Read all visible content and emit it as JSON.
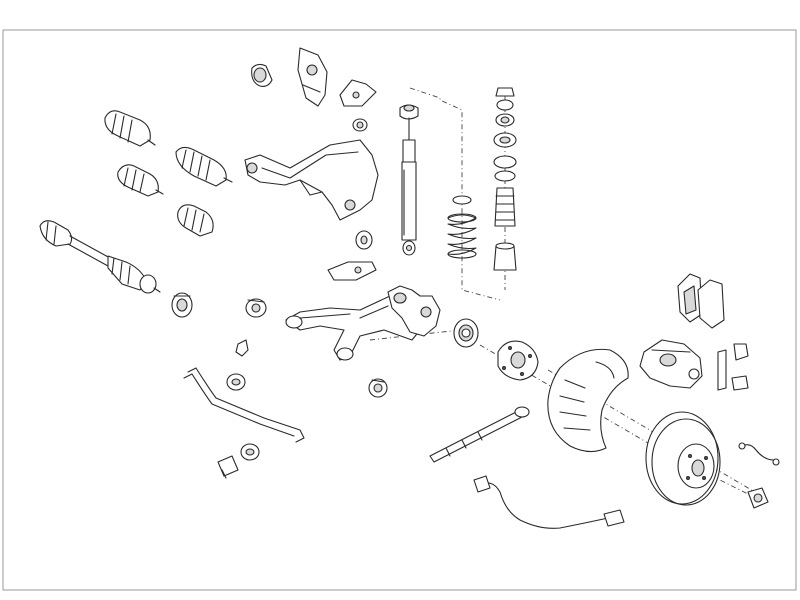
{
  "diagram": {
    "kind": "exploded-parts-drawing",
    "style": {
      "stroke": "#2a2a2a",
      "fill": "#ffffff",
      "shade": "#d9d9d9",
      "frame": "#9a9a9a"
    },
    "parts": [
      "drive-shaft",
      "cv-boot",
      "axle-bushing",
      "control-arm",
      "wheel-carrier",
      "shock-absorber",
      "coil-spring",
      "strut-mount",
      "brake-disc",
      "dust-shield",
      "brake-caliper",
      "brake-pad-set",
      "wheel-hub",
      "wheel-bearing",
      "abs-sensor",
      "stabilizer-bar",
      "tie-rod",
      "brake-hose",
      "wear-sensor"
    ]
  }
}
